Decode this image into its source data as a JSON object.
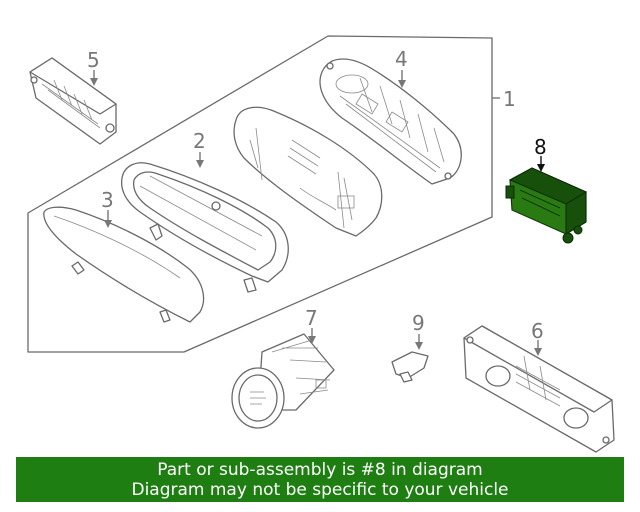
{
  "diagram": {
    "callouts": {
      "c1": "1",
      "c2": "2",
      "c3": "3",
      "c4": "4",
      "c5": "5",
      "c6": "6",
      "c7": "7",
      "c8": "8",
      "c9": "9"
    },
    "highlight_color": "#1e7e12"
  },
  "banner": {
    "line1": "Part or sub-assembly is #8 in diagram",
    "line2": "Diagram may not be specific to your vehicle"
  }
}
